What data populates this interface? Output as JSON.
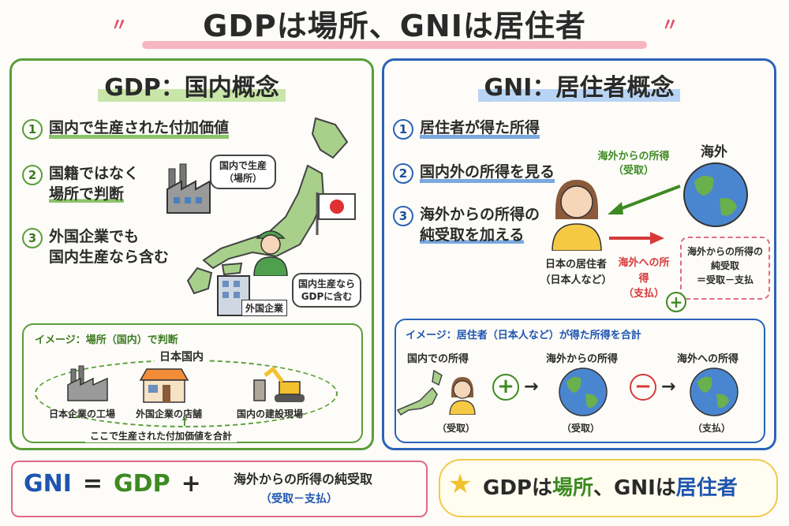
{
  "title": "GDPは場所、GNIは居住者",
  "gdp": {
    "panel_title": "GDP：国内概念",
    "items": [
      {
        "num": "1",
        "text": "国内で生産された付加価値"
      },
      {
        "num": "2",
        "line1": "国籍ではなく",
        "line2": "場所で判断"
      },
      {
        "num": "3",
        "line1": "外国企業でも",
        "line2": "国内生産なら含む"
      }
    ],
    "bubble_factory": {
      "line1": "国内で生産",
      "line2": "（場所）"
    },
    "bubble_foreign": {
      "line1": "国内生産なら",
      "line2": "GDPに含む"
    },
    "building_sign": "外国企業",
    "image_box": {
      "title": "イメージ：場所（国内）で判断",
      "region_label": "日本国内",
      "labels": [
        "日本企業の工場",
        "外国企業の店舗",
        "国内の建設現場"
      ],
      "sum_note": "ここで生産された付加価値を合計"
    }
  },
  "gni": {
    "panel_title": "GNI：居住者概念",
    "items": [
      {
        "num": "1",
        "text": "居住者が得た所得"
      },
      {
        "num": "2",
        "text": "国内外の所得を見る"
      },
      {
        "num": "3",
        "line1": "海外からの所得の",
        "line2": "純受取を加える"
      }
    ],
    "overseas_label": "海外",
    "income_in": {
      "line1": "海外からの所得",
      "line2": "（受取）"
    },
    "income_out": {
      "line1": "海外への所得",
      "line2": "（支払）"
    },
    "resident": {
      "line1": "日本の居住者",
      "line2": "（日本人など）"
    },
    "net_box": {
      "line1": "海外からの所得の",
      "line2": "純受取",
      "line3": "＝受取－支払"
    },
    "plus": "+",
    "image_box": {
      "title": "イメージ：居住者（日本人など）が得た所得を合計",
      "col1": "国内での所得",
      "col2": "海外からの所得",
      "col3": "海外への所得",
      "cap1": "（受取）",
      "cap2": "（受取）",
      "cap3": "（支払）",
      "plus": "+",
      "minus": "−"
    }
  },
  "formula": {
    "gni": "GNI",
    "eq": "=",
    "gdp": "GDP",
    "plus": "+",
    "term": "海外からの所得の純受取",
    "term_sub": "（受取－支払）"
  },
  "summary": {
    "pre": "GDPは",
    "place": "場所",
    "mid": "、GNIは",
    "resident": "居住者"
  },
  "colors": {
    "green": "#5a9e3a",
    "blue": "#2c63b8",
    "pink": "#e06a86",
    "red": "#d63a3a",
    "yellow": "#f2c94c"
  }
}
